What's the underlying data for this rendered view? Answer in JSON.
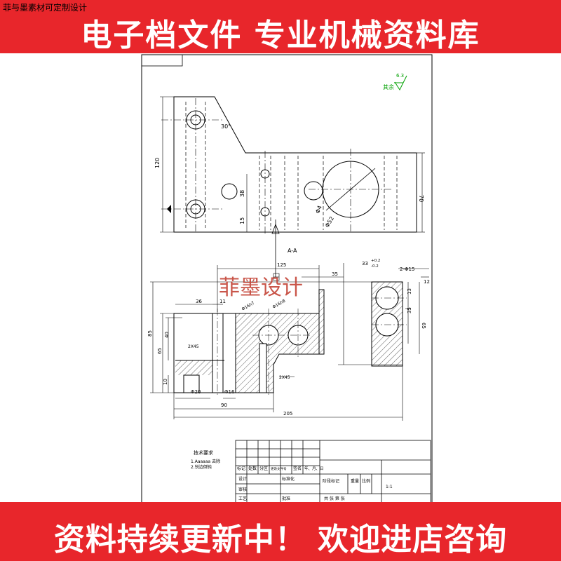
{
  "header": {
    "corner_label": "菲与墨素材可定制设计",
    "title": "电子档文件  专业机械资料库"
  },
  "footer": {
    "title": "资料持续更新中！ 欢迎进店咨询"
  },
  "watermark": {
    "text": "菲墨设计"
  },
  "roughness": {
    "value": "6.3",
    "label": "其余"
  },
  "dimensions": {
    "d120": "120",
    "d30deg": "30°",
    "d38": "38",
    "d15": "15",
    "d70": "70",
    "d64": "Φ4",
    "d52": "Φ52",
    "d125": "125",
    "d35": "35",
    "d33": "33",
    "d33tol": "+0.2",
    "d33tol2": "-0.2",
    "d2phi15": "2-Φ15",
    "d36": "36",
    "d11": "11",
    "d85": "85",
    "d40": "40",
    "d65": "65",
    "d10": "10",
    "d2x45": "2X45",
    "d20": "Φ20",
    "d16": "Φ16",
    "d90": "90",
    "d205": "205",
    "d12": "12",
    "d13": "13",
    "d35b": "35",
    "d65b": "65",
    "d2x45b": "2X45",
    "d16h7": "Φ16h7",
    "d16h8": "Φ16h8"
  },
  "section_label": "A-A",
  "notes": {
    "title": "技术要求",
    "line1": "1.Aaaaaa 去除",
    "line2": "2.锐边倒钝"
  },
  "title_block": {
    "row1": [
      "标记",
      "处数",
      "分区",
      "更改文件号",
      "签名",
      "年、月、日"
    ],
    "design": "设计",
    "standard": "标准化",
    "review": "审核",
    "process": "工艺",
    "approve": "批准",
    "stage": "阶段标记",
    "weight": "重量",
    "scale": "比例",
    "scale_value": "1:1",
    "sheets": "共  张  第  张"
  }
}
